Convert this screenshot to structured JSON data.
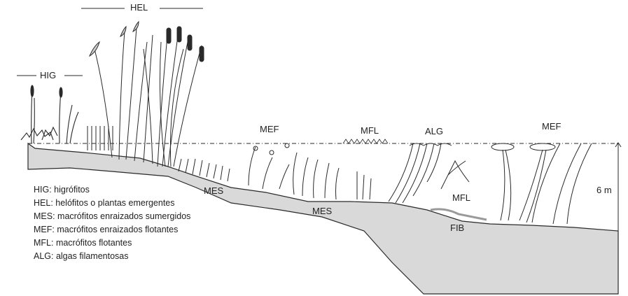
{
  "diagram": {
    "labels": {
      "hig": "HIG",
      "hel": "HEL",
      "mef_left": "MEF",
      "mfl_top": "MFL",
      "alg": "ALG",
      "mef_right": "MEF",
      "mes_upper": "MES",
      "mes_lower": "MES",
      "mfl_mid": "MFL",
      "fib": "FIB",
      "depth": "6 m"
    },
    "legend": [
      "HIG: higrófitos",
      "HEL: helófitos o plantas emergentes",
      "MES: macrófitos enraizados sumergidos",
      "MEF: macrófitos enraizados flotantes",
      "MFL: macrófitos flotantes",
      "ALG: algas filamentosas"
    ],
    "colors": {
      "ground": "#d9d9d9",
      "ink": "#2a2a2a",
      "fiber": "#9a9a9a"
    }
  }
}
